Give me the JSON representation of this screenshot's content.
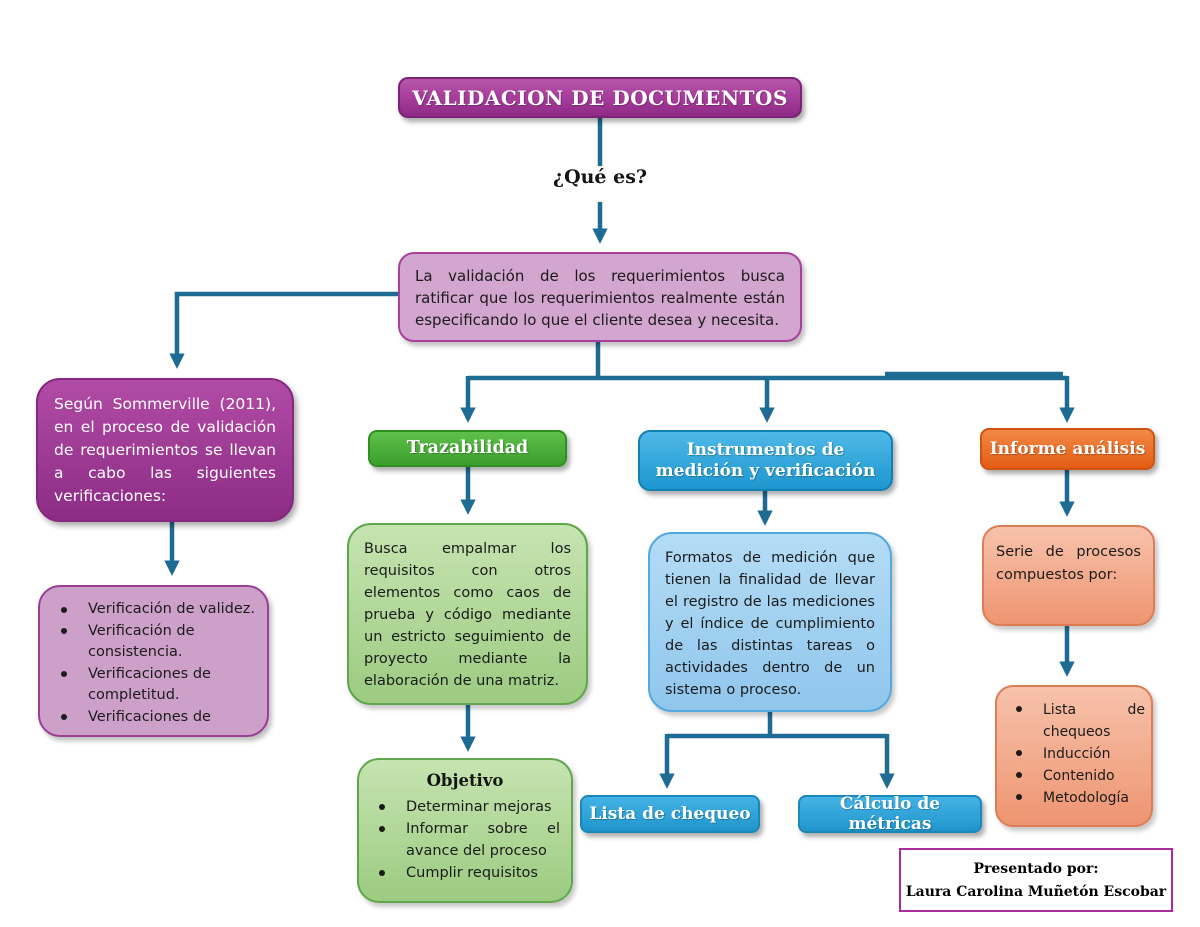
{
  "title": "VALIDACION DE DOCUMENTOS",
  "question": "¿Qué es?",
  "definition": "La validación de los requerimientos busca ratificar que los requerimientos realmente están especificando lo que el cliente desea y necesita.",
  "sommerville": "Según Sommerville (2011), en el proceso de validación de requerimientos se llevan a cabo las siguientes verificaciones:",
  "verificaciones": {
    "items": [
      "Verificación de validez.",
      "Verificación de consistencia.",
      "Verificaciones de completitud.",
      "Verificaciones de"
    ]
  },
  "trazabilidad": {
    "header": "Trazabilidad",
    "description": "Busca empalmar los requisitos con otros elementos como caos de prueba y código mediante un estricto seguimiento de proyecto mediante la elaboración de una matriz.",
    "objetivo_title": "Objetivo",
    "objetivo_items": [
      "Determinar mejoras",
      "Informar sobre el avance del proceso",
      "Cumplir requisitos"
    ]
  },
  "instrumentos": {
    "header": "Instrumentos de medición y verificación",
    "description": "Formatos de medición que tienen la finalidad de llevar el registro de las mediciones y el índice de cumplimiento de las distintas tareas o actividades dentro de un sistema o proceso.",
    "child_left": "Lista de chequeo",
    "child_right": "Cálculo de métricas"
  },
  "informe": {
    "header": "Informe análisis",
    "description": "Serie de procesos compuestos por:",
    "items": [
      "Lista de chequeos",
      "Inducción",
      "Contenido",
      "Metodología"
    ]
  },
  "presentado": {
    "label": "Presentado por:",
    "author": "Laura Carolina Muñetón Escobar"
  },
  "colors": {
    "connector": "#1E6C94",
    "purple": "#A93F9D",
    "pink_light": "#D3A6CF",
    "green": "#3C9E2C",
    "green_light": "#AED698",
    "blue": "#2095CC",
    "blue_light": "#A2D1F0",
    "orange": "#E45C13",
    "orange_light": "#F2AC8B",
    "magenta_border": "#A92C9B"
  }
}
